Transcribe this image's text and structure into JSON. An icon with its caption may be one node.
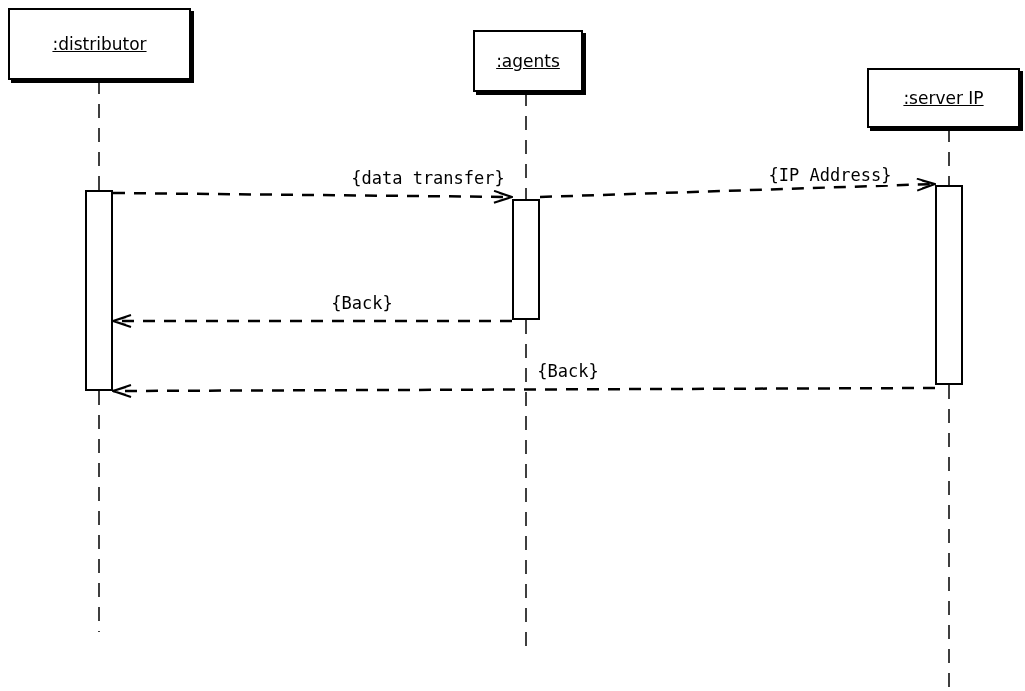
{
  "diagram": {
    "nodes": [
      {
        "text": [
          ":distributor"
        ]
      },
      {
        "text": [
          ":agents"
        ]
      },
      {
        "text": [
          ":server IP"
        ]
      },
      {
        "text": [],
        "shape": "bar"
      },
      {
        "text": [],
        "shape": "bar"
      },
      {
        "text": [],
        "shape": "bar"
      }
    ],
    "edges": [
      {
        "from": 0,
        "to": 3,
        "arrow": "none",
        "style": "dashed"
      },
      {
        "from": 3,
        "to": null,
        "arrow": "none",
        "style": "dashed"
      },
      {
        "from": 1,
        "to": 4,
        "arrow": "none",
        "style": "dashed"
      },
      {
        "from": 4,
        "to": null,
        "arrow": "none",
        "style": "dashed"
      },
      {
        "from": 2,
        "to": 5,
        "arrow": "none",
        "style": "dashed"
      },
      {
        "from": 5,
        "to": null,
        "arrow": "none",
        "style": "dashed"
      },
      {
        "from": 3,
        "to": 4,
        "arrow": "to",
        "style": "dashed",
        "label": "{data transfer}"
      },
      {
        "from": 4,
        "to": 5,
        "arrow": "to",
        "style": "dashed",
        "label": "{IP Address}"
      },
      {
        "from": 4,
        "to": 3,
        "arrow": "to",
        "style": "dashed",
        "label": "{Back}"
      },
      {
        "from": 5,
        "to": 3,
        "arrow": "to",
        "style": "dashed",
        "label": "{Back}"
      }
    ]
  }
}
